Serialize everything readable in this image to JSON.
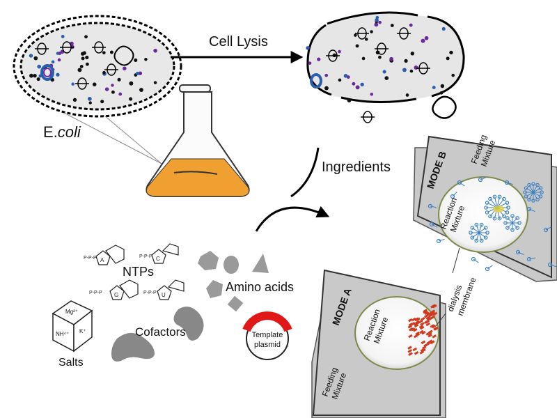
{
  "labels": {
    "organism_prefix": "E.",
    "organism_italic": "coli",
    "lysis": "Cell Lysis",
    "ingredients": "Ingredients",
    "ntps": "NTPs",
    "amino_acids": "Amino acids",
    "cofactors": "Cofactors",
    "salts": "Salts",
    "template_line1": "Template",
    "template_line2": "plasmid",
    "salt_top": "Mg²⁺",
    "salt_left": "NH⁴⁺",
    "salt_right": "K⁺",
    "nucleotide_phosphates": "P-P-P",
    "nucleotide_letters": [
      "A",
      "C",
      "G",
      "U"
    ],
    "mode_a": "MODE A",
    "mode_b": "MODE B",
    "reaction_line1": "Reaction",
    "reaction_line2": "Mixture",
    "feeding_line1": "Feeding",
    "feeding_line2": "Mixture",
    "dialysis_line1": "dialysis",
    "dialysis_line2": "membrane"
  },
  "colors": {
    "flask_liquid": "#f0a030",
    "cell_fill": "#e8e8e8",
    "panel_fill": "#c9c9c9",
    "ribosome_red": "#d03a1f",
    "ribosome_blue": "#3a7fc4",
    "template_red": "#e01818",
    "dot_purple": "#6a2a9a",
    "dot_blue": "#2a5fb0"
  }
}
